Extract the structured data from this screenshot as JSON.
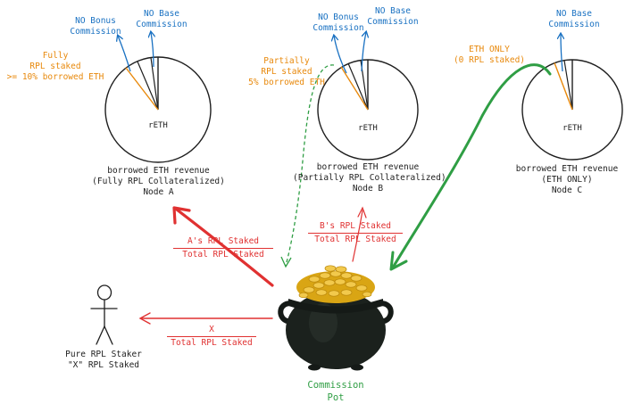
{
  "colors": {
    "blue": "#1971c2",
    "orange": "#e8890c",
    "red": "#e03131",
    "green": "#2f9e44",
    "dark": "#1e1e1e",
    "gold": "#e0b01c"
  },
  "node_a": {
    "no_bonus": "NO Bonus\nCommission",
    "no_base": "NO Base\nCommission",
    "stake_label": "Fully\nRPL staked\n>= 10% borrowed ETH",
    "pie_label": "rETH",
    "caption": "borrowed ETH revenue\n(Fully RPL Collateralized)\nNode A"
  },
  "node_b": {
    "no_bonus": "NO Bonus\nCommission",
    "no_base": "NO Base\nCommission",
    "stake_label": "Partially\nRPL staked\n5% borrowed ETH",
    "pie_label": "rETH",
    "caption": "borrowed ETH revenue\n(Partially RPL Collateralized)\nNode B"
  },
  "node_c": {
    "no_base": "NO Base\nCommission",
    "stake_label": "ETH ONLY\n(0 RPL staked)",
    "pie_label": "rETH",
    "caption": "borrowed ETH revenue\n(ETH ONLY)\nNode C"
  },
  "fractions": {
    "a_num": "A's RPL Staked",
    "a_den": "Total RPL Staked",
    "b_num": "B's RPL Staked",
    "b_den": "Total RPL Staked",
    "x_num": "X",
    "x_den": "Total RPL Staked"
  },
  "staker": {
    "label": "Pure RPL Staker\n\"X\" RPL Staked"
  },
  "pot": {
    "label": "Commission\nPot"
  },
  "pie_icons": [
    "pie-chart-icon",
    "pie-chart-icon",
    "pie-chart-icon"
  ],
  "figure_icons": [
    "stick-figure-icon",
    "pot-of-gold-icon"
  ]
}
